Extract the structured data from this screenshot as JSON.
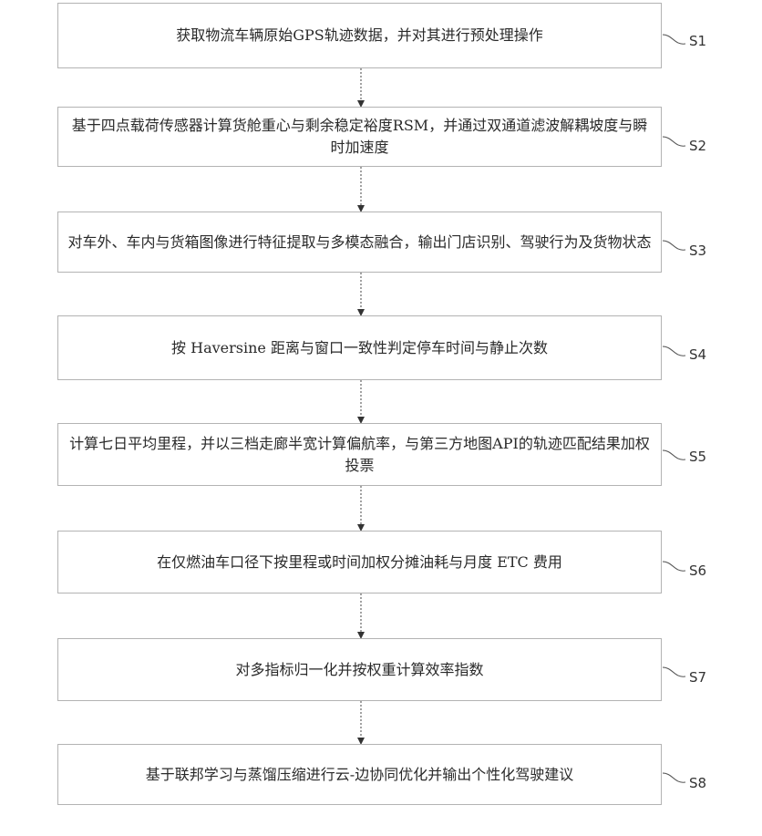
{
  "steps": [
    {
      "id": "S1",
      "text": "获取物流车辆原始GPS轨迹数据，并对其进行预处理操作"
    },
    {
      "id": "S2",
      "text": "基于四点载荷传感器计算货舱重心与剩余稳定裕度RSM，并通过双通道滤波解耦坡度与瞬时加速度"
    },
    {
      "id": "S3",
      "text": "对车外、车内与货箱图像进行特征提取与多模态融合，输出门店识别、驾驶行为及货物状态"
    },
    {
      "id": "S4",
      "text": "按 Haversine 距离与窗口一致性判定停车时间与静止次数"
    },
    {
      "id": "S5",
      "text": "计算七日平均里程，并以三档走廊半宽计算偏航率，与第三方地图API的轨迹匹配结果加权投票"
    },
    {
      "id": "S6",
      "text": "在仅燃油车口径下按里程或时间加权分摊油耗与月度 ETC 费用"
    },
    {
      "id": "S7",
      "text": "对多指标归一化并按权重计算效率指数"
    },
    {
      "id": "S8",
      "text": "基于联邦学习与蒸馏压缩进行云-边协同优化并输出个性化驾驶建议"
    }
  ]
}
